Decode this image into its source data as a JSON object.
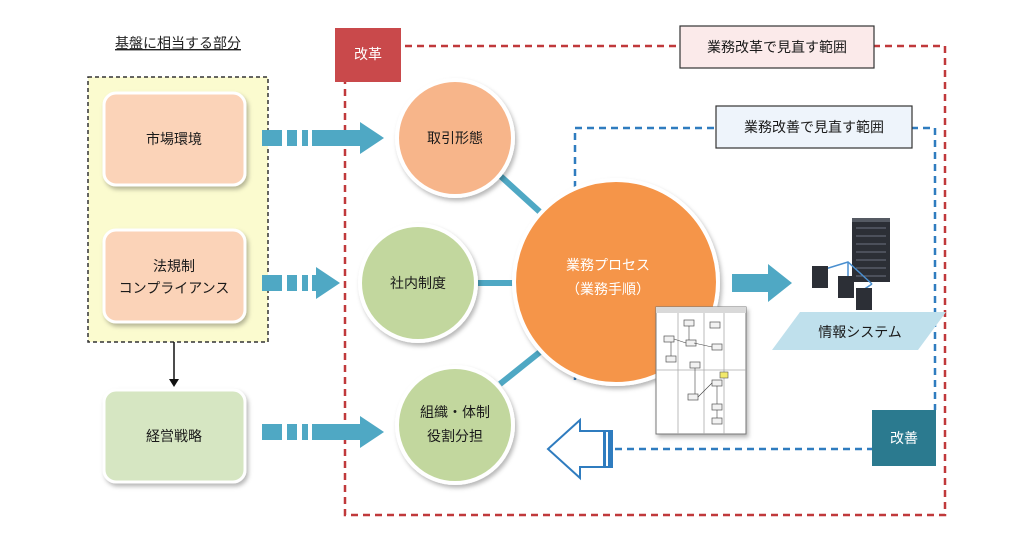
{
  "foundation": {
    "title": "基盤に相当する部分",
    "market": "市場環境",
    "law_line1": "法規制",
    "law_line2": "コンプライアンス",
    "strategy": "経営戦略"
  },
  "reform": {
    "badge": "改革",
    "scope": "業務改革で見直す範囲",
    "border_color": "#c0393b",
    "badge_color": "#c9494b"
  },
  "improvement": {
    "badge": "改善",
    "scope": "業務改善で見直す範囲",
    "border_color": "#2f7cbf",
    "badge_color": "#2b7a8f"
  },
  "circles": {
    "trade": "取引形態",
    "internal": "社内制度",
    "org_line1": "組織・体制",
    "org_line2": "役割分担",
    "process_line1": "業務プロセス",
    "process_line2": "（業務手順）"
  },
  "system": {
    "label": "情報システム",
    "icon": "server-rack-icon"
  },
  "colors": {
    "peach_box": "#fbd3b8",
    "green_box": "#d6e6c2",
    "foundation_bg": "#fbfbcf",
    "trade_circle": "#f7b58a",
    "green_circle": "#c2d79e",
    "process_circle": "#f5954a",
    "arrow": "#4fa8c4",
    "system_band": "#bfe0ec"
  }
}
